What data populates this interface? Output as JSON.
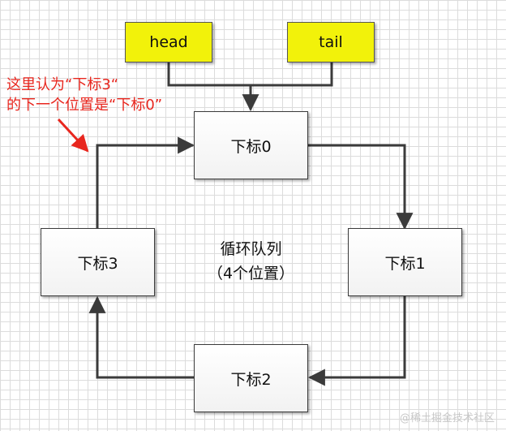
{
  "pointers": {
    "head": "head",
    "tail": "tail"
  },
  "nodes": [
    "下标0",
    "下标1",
    "下标2",
    "下标3"
  ],
  "center": {
    "line1": "循环队列",
    "line2": "（4个位置）"
  },
  "note": {
    "line1": "这里认为“下标3“",
    "line2": "的下一个位置是“下标0”"
  },
  "watermark": "@稀土掘金技术社区",
  "colors": {
    "pointer_fill": "#f2f20a",
    "note_text": "#e8261e",
    "edge": "#3b3b3b"
  }
}
